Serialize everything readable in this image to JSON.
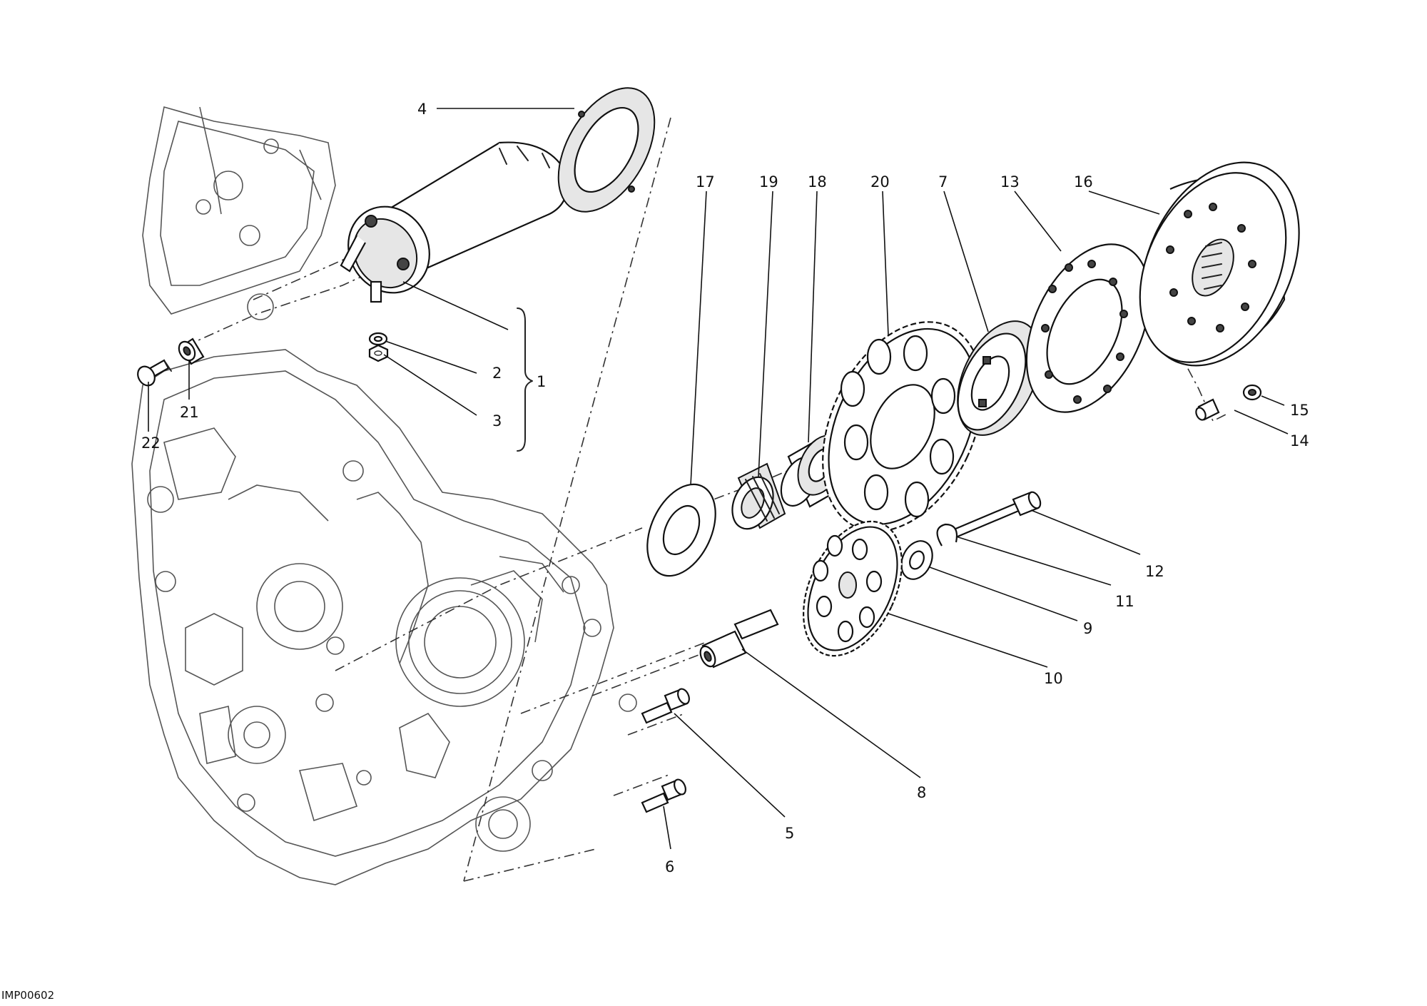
{
  "callouts": {
    "c1": "1",
    "c2": "2",
    "c3": "3",
    "c4": "4",
    "c5": "5",
    "c6": "6",
    "c7": "7",
    "c8": "8",
    "c9": "9",
    "c10": "10",
    "c11": "11",
    "c12": "12",
    "c13": "13",
    "c14": "14",
    "c15": "15",
    "c16": "16",
    "c17": "17",
    "c18": "18",
    "c19": "19",
    "c20": "20",
    "c21": "21",
    "c22": "22"
  },
  "drawing_code": "IMP00602"
}
